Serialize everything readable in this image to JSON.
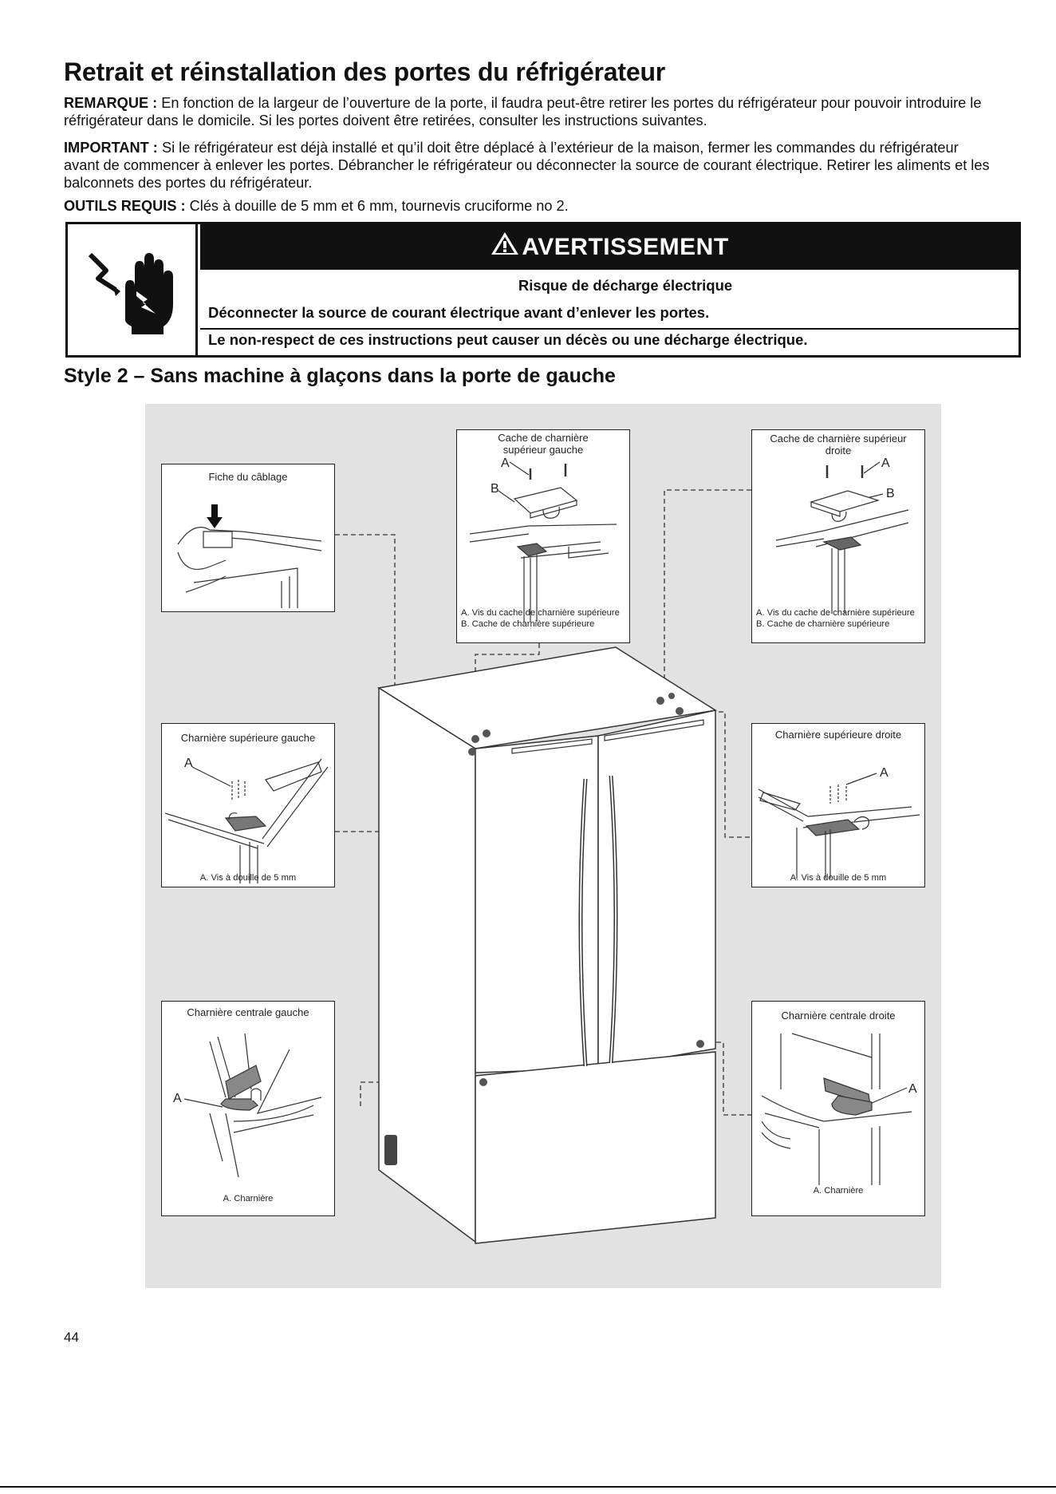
{
  "title": "Retrait et réinstallation des portes du réfrigérateur",
  "remarque": {
    "label": "REMARQUE :",
    "text": "En fonction de la largeur de l’ouverture de la porte, il faudra peut-être retirer les portes du réfrigérateur pour pouvoir introduire le réfrigérateur dans le domicile. Si les portes doivent être retirées, consulter les instructions suivantes."
  },
  "important": {
    "label": "IMPORTANT :",
    "text": "Si le réfrigérateur est déjà installé et qu’il doit être déplacé à l’extérieur de la maison, fermer les commandes du réfrigérateur avant de commencer à enlever les portes. Débrancher le réfrigérateur ou déconnecter la source de courant électrique. Retirer les aliments et les balconnets des portes du réfrigérateur."
  },
  "outils": {
    "label": "OUTILS REQUIS :",
    "text": "Clés à douille de 5 mm et 6 mm, tournevis cruciforme no 2."
  },
  "warning": {
    "header": "AVERTISSEMENT",
    "risk": "Risque de décharge électrique",
    "line1": "Déconnecter la source de courant électrique avant d’enlever les portes.",
    "line2": "Le non-respect de ces instructions peut causer un décès ou une décharge électrique.",
    "icon": "electric-shock-hand-icon"
  },
  "section_title": "Style 2 – Sans machine à glaçons dans la porte de gauche",
  "insets": {
    "wiring": {
      "caption": "Fiche du câblage"
    },
    "top_cover_left": {
      "caption": "Cache de charnière supérieur gauche",
      "legend": "A. Vis du cache de charnière supérieure  B. Cache de charnière supérieure",
      "letter_a": "A",
      "letter_b": "B"
    },
    "top_cover_right": {
      "caption": "Cache de charnière supérieur droite",
      "legend": "A. Vis du cache de charnière supérieure  B. Cache de charnière supérieure",
      "letter_a": "A",
      "letter_b": "B"
    },
    "top_hinge_left": {
      "caption": "Charnière supérieure gauche",
      "legend": "A. Vis à douille de 5 mm",
      "letter_a": "A"
    },
    "top_hinge_right": {
      "caption": "Charnière supérieure droite",
      "legend": "A. Vis à douille de 5 mm",
      "letter_a": "A"
    },
    "center_hinge_left": {
      "caption": "Charnière centrale gauche",
      "legend": "A. Charnière",
      "letter_a": "A"
    },
    "center_hinge_right": {
      "caption": "Charnière centrale droite",
      "legend": "A. Charnière",
      "letter_a": "A"
    }
  },
  "page_number": "44"
}
